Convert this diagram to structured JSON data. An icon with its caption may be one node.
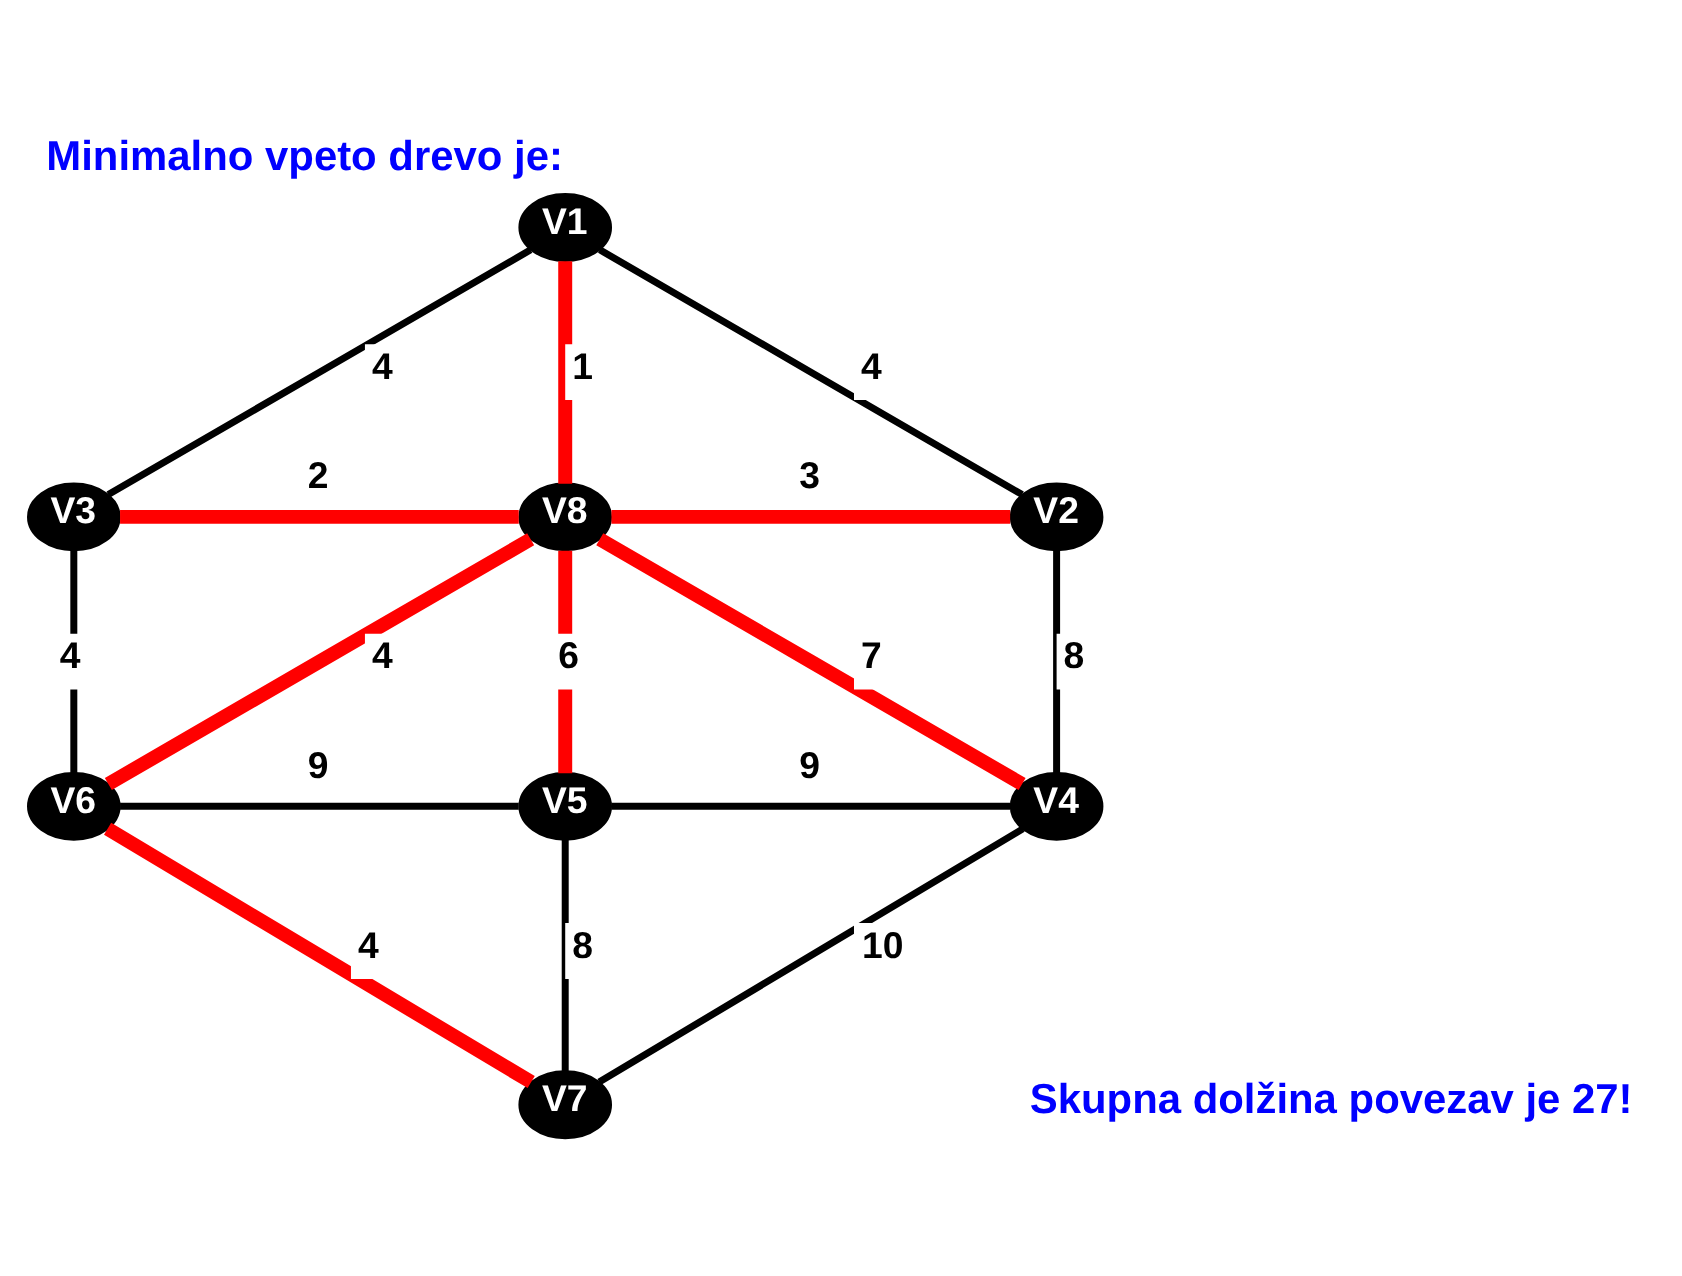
{
  "diagram": {
    "title": "Minimalno vpeto drevo je:",
    "nodes": [
      {
        "text": [
          "V1"
        ]
      },
      {
        "text": [
          "V3"
        ]
      },
      {
        "text": [
          "V8"
        ]
      },
      {
        "text": [
          "V2"
        ]
      },
      {
        "text": [
          "V6"
        ]
      },
      {
        "text": [
          "V5"
        ]
      },
      {
        "text": [
          "V4"
        ]
      },
      {
        "text": [
          "V7"
        ]
      }
    ],
    "edges": [
      {
        "from": 0,
        "to": 1,
        "arrow": "none",
        "label": "4"
      },
      {
        "from": 0,
        "to": 2,
        "arrow": "none",
        "label": "1",
        "style": "thick",
        "color": "#ff0000"
      },
      {
        "from": 0,
        "to": 3,
        "arrow": "none",
        "label": "4"
      },
      {
        "from": 1,
        "to": 2,
        "arrow": "none",
        "label": "2",
        "style": "thick",
        "color": "#ff0000"
      },
      {
        "from": 2,
        "to": 3,
        "arrow": "none",
        "label": "3",
        "style": "thick",
        "color": "#ff0000"
      },
      {
        "from": 1,
        "to": 4,
        "arrow": "none",
        "label": "4"
      },
      {
        "from": 3,
        "to": 6,
        "arrow": "none",
        "label": "8"
      },
      {
        "from": 2,
        "to": 4,
        "arrow": "none",
        "label": "4",
        "style": "thick",
        "color": "#ff0000"
      },
      {
        "from": 2,
        "to": 5,
        "arrow": "none",
        "label": "6",
        "style": "thick",
        "color": "#ff0000"
      },
      {
        "from": 2,
        "to": 6,
        "arrow": "none",
        "label": "7",
        "style": "thick",
        "color": "#ff0000"
      },
      {
        "from": 4,
        "to": 5,
        "arrow": "none",
        "label": "9"
      },
      {
        "from": 5,
        "to": 6,
        "arrow": "none",
        "label": "9"
      },
      {
        "from": 4,
        "to": 7,
        "arrow": "none",
        "label": "4",
        "style": "thick",
        "color": "#ff0000"
      },
      {
        "from": 5,
        "to": 7,
        "arrow": "none",
        "label": "8"
      },
      {
        "from": 6,
        "to": 7,
        "arrow": "none",
        "label": "10"
      }
    ],
    "labels": [
      "Skupna dolžina povezav je 27!"
    ]
  }
}
